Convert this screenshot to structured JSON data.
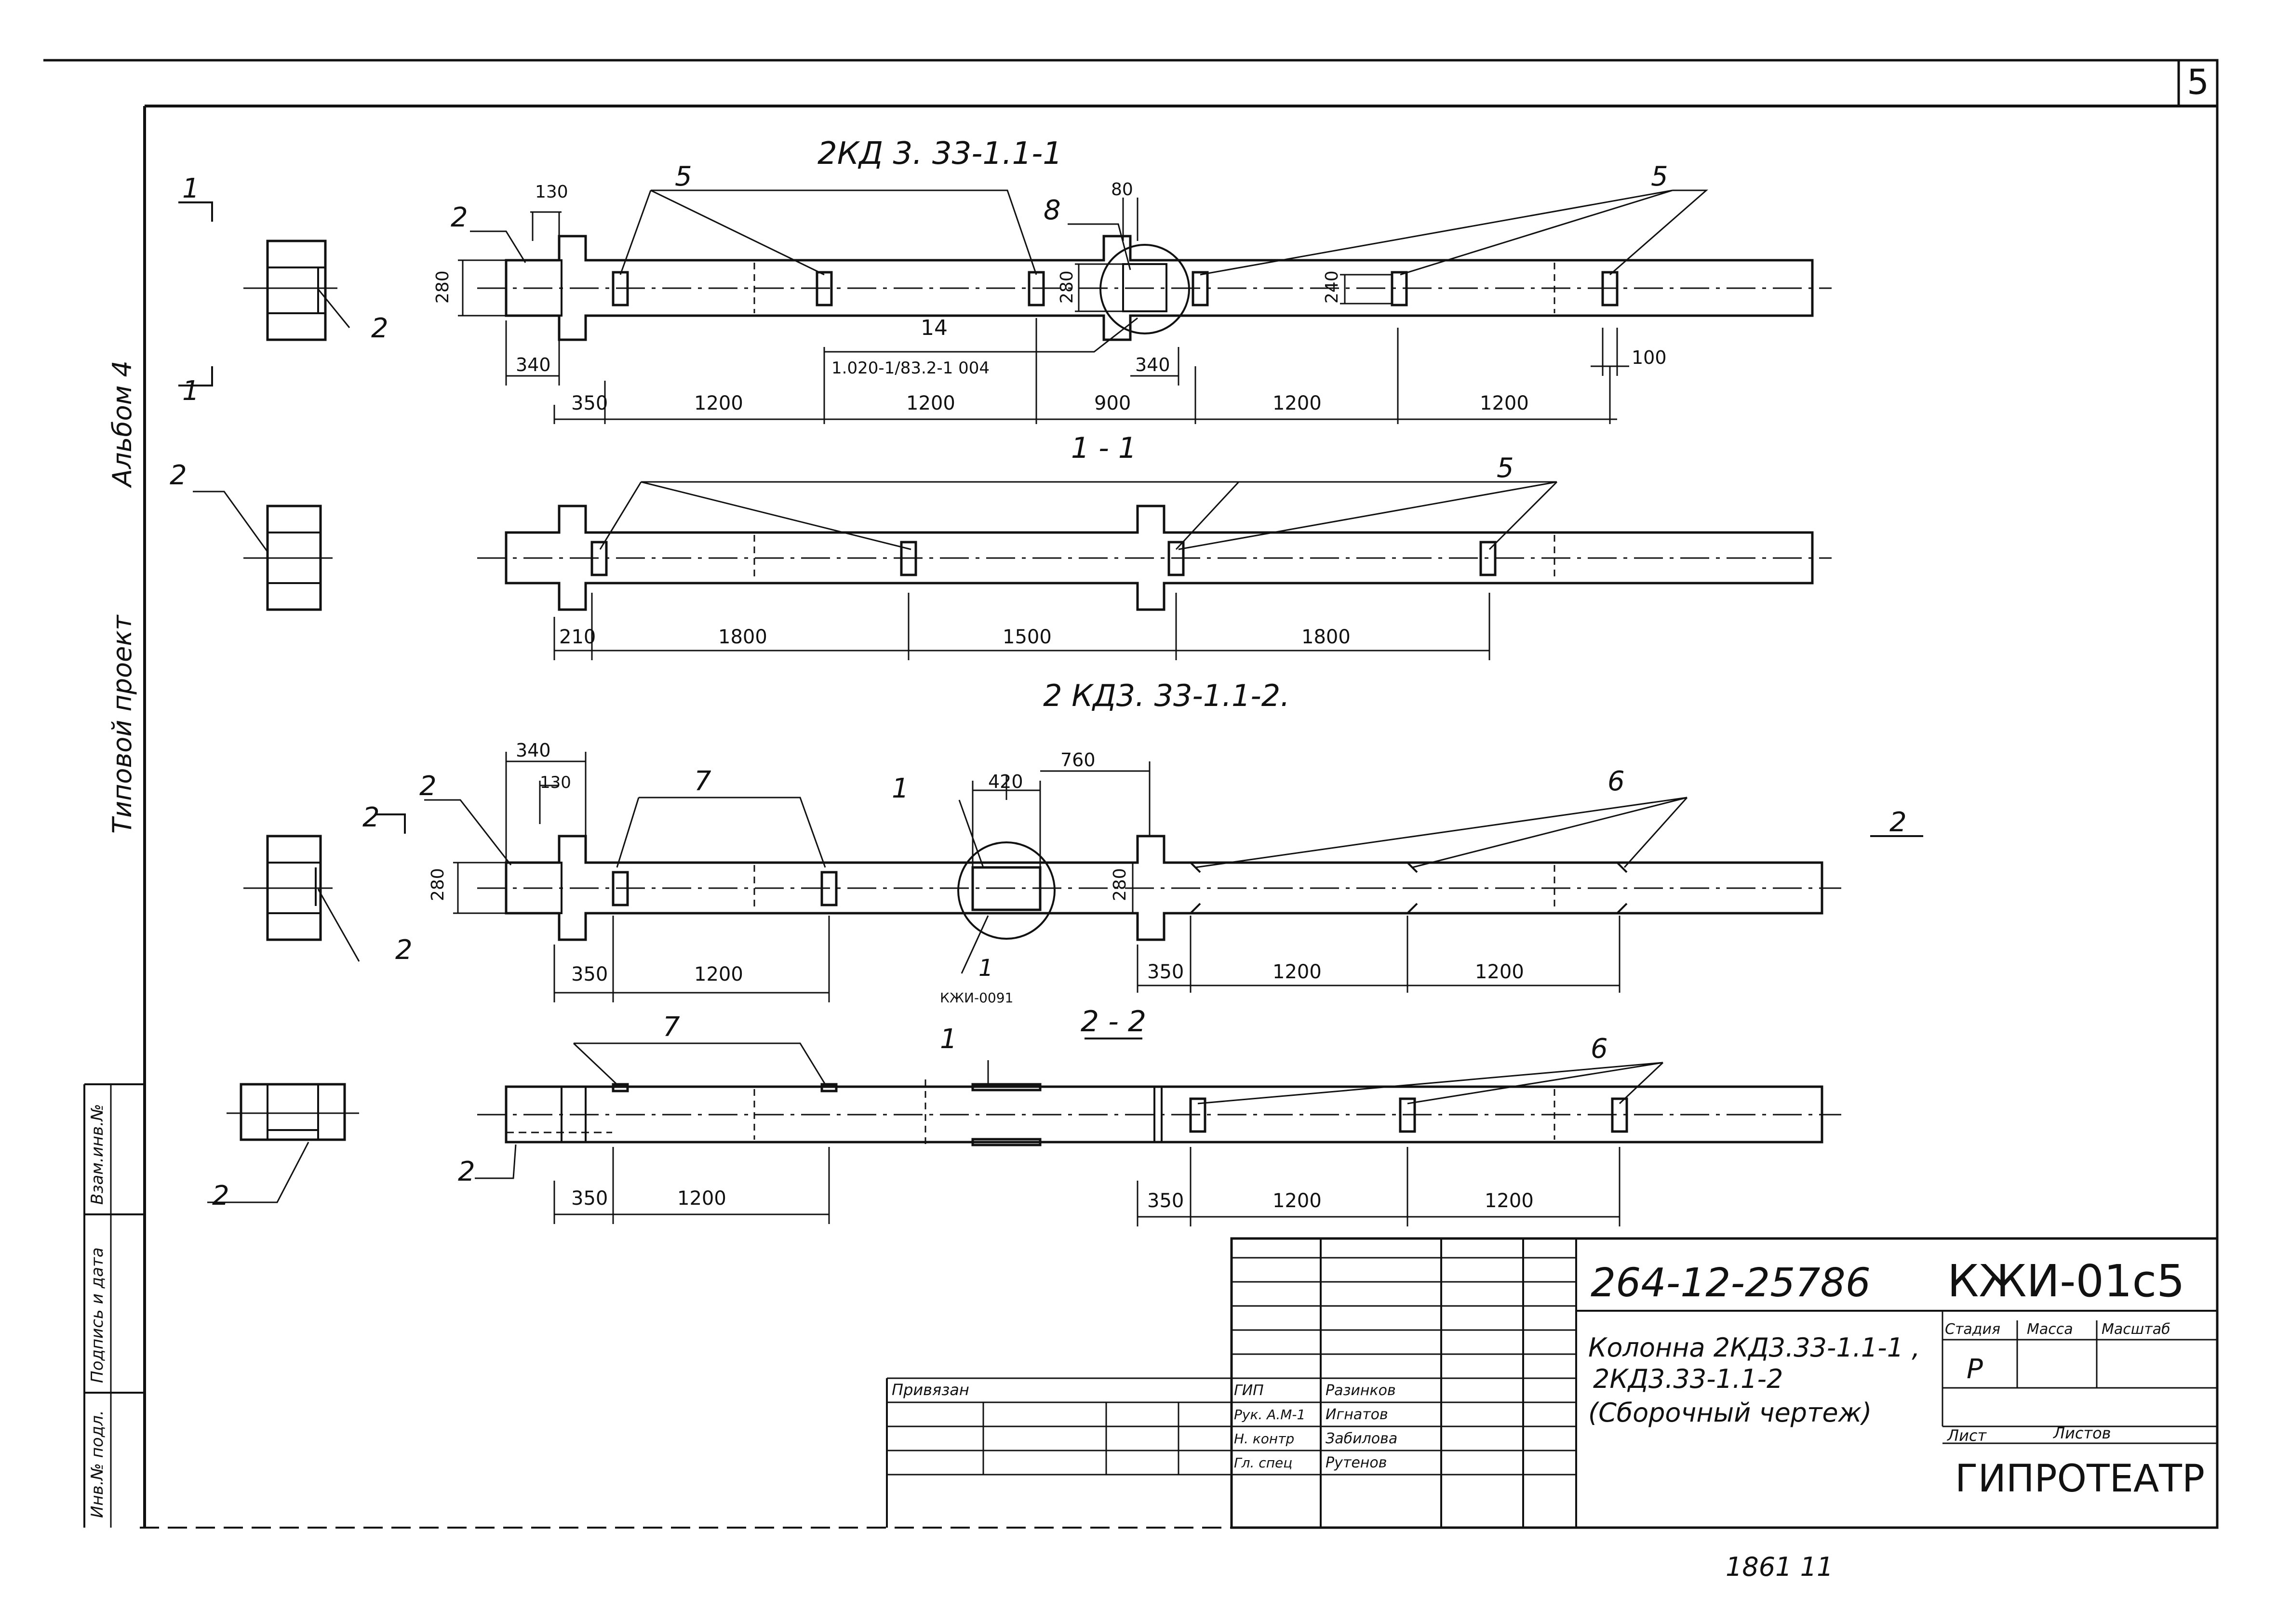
{
  "sheet_number": "5",
  "left_margin": {
    "album": "Альбом 4",
    "project": "Типовой проект",
    "stamp_cells": [
      "Взам.инв.№",
      "Подпись и дата",
      "Инв.№ подл."
    ]
  },
  "view1": {
    "title": "2КД 3. 33-1.1-1",
    "section_mark": "1",
    "dims_top": [
      "130",
      "80"
    ],
    "dim_heights": [
      "280",
      "280",
      "240"
    ],
    "widths": [
      "340",
      "340",
      "100"
    ],
    "chain": [
      "350",
      "1200",
      "1200",
      "900",
      "1200",
      "1200"
    ],
    "callouts": [
      "2",
      "5",
      "8",
      "5"
    ],
    "note_num": "14",
    "note_ref": "1.020-1/83.2-1 004",
    "side_callout": "2"
  },
  "view2": {
    "title": "1 - 1",
    "callouts": [
      "2",
      "5"
    ],
    "chain": [
      "210",
      "1800",
      "1500",
      "1800"
    ]
  },
  "view3": {
    "title": "2 КД3. 33-1.1-2.",
    "section_mark": "2",
    "section_mark_right": "2",
    "dims_top": [
      "340",
      "130",
      "420",
      "760"
    ],
    "dim_heights": [
      "280",
      "280"
    ],
    "chain_left": [
      "350",
      "1200"
    ],
    "chain_right": [
      "350",
      "1200",
      "1200"
    ],
    "callouts": [
      "2",
      "7",
      "1",
      "6"
    ],
    "detail_num": "1",
    "detail_ref": "КЖИ-0091",
    "side_callout": "2"
  },
  "view4": {
    "title": "2 - 2",
    "callouts": [
      "7",
      "1",
      "6",
      "2"
    ],
    "chain_left": [
      "350",
      "1200"
    ],
    "chain_right": [
      "350",
      "1200",
      "1200"
    ],
    "side_callout": "2"
  },
  "title_block": {
    "doc_code": "264-12-25786",
    "doc_mark": "КЖИ-01с5",
    "privyazan": "Привязан",
    "roles": [
      {
        "role": "ГИП",
        "name": "Разинков"
      },
      {
        "role": "Рук. А.М-1",
        "name": "Игнатов"
      },
      {
        "role": "Н. контр",
        "name": "Забилова"
      },
      {
        "role": "Гл. спец",
        "name": "Рутенов"
      }
    ],
    "title_lines": [
      "Колонна 2КД3.33-1.1-1 ,",
      "2КД3.33-1.1-2",
      "(Сборочный чертеж)"
    ],
    "col_headers": [
      "Стадия",
      "Масса",
      "Масштаб"
    ],
    "stage": "Р",
    "sheet_label": "Лист",
    "sheets_label": "Листов",
    "org": "ГИПРОТЕАТР"
  },
  "bottom_note": "1861 11"
}
